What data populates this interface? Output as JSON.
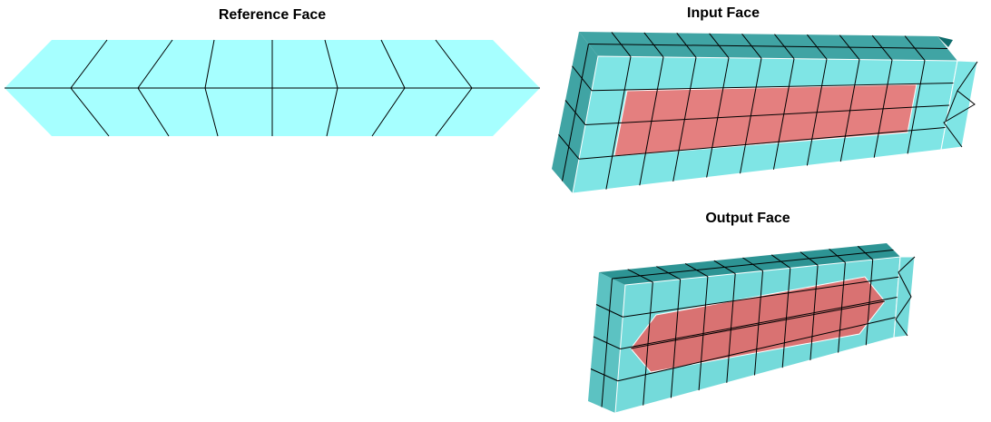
{
  "titles": {
    "reference": "Reference Face",
    "input": "Input Face",
    "output": "Output Face"
  },
  "colors": {
    "reference_fill": "#a6ffff",
    "input_front": "#7fe5e5",
    "input_side": "#40a4a4",
    "input_selected": "#e47f7f",
    "output_front": "#74dada",
    "output_side": "#2d9494",
    "output_selected": "#d97272",
    "mesh_line": "#000000"
  }
}
